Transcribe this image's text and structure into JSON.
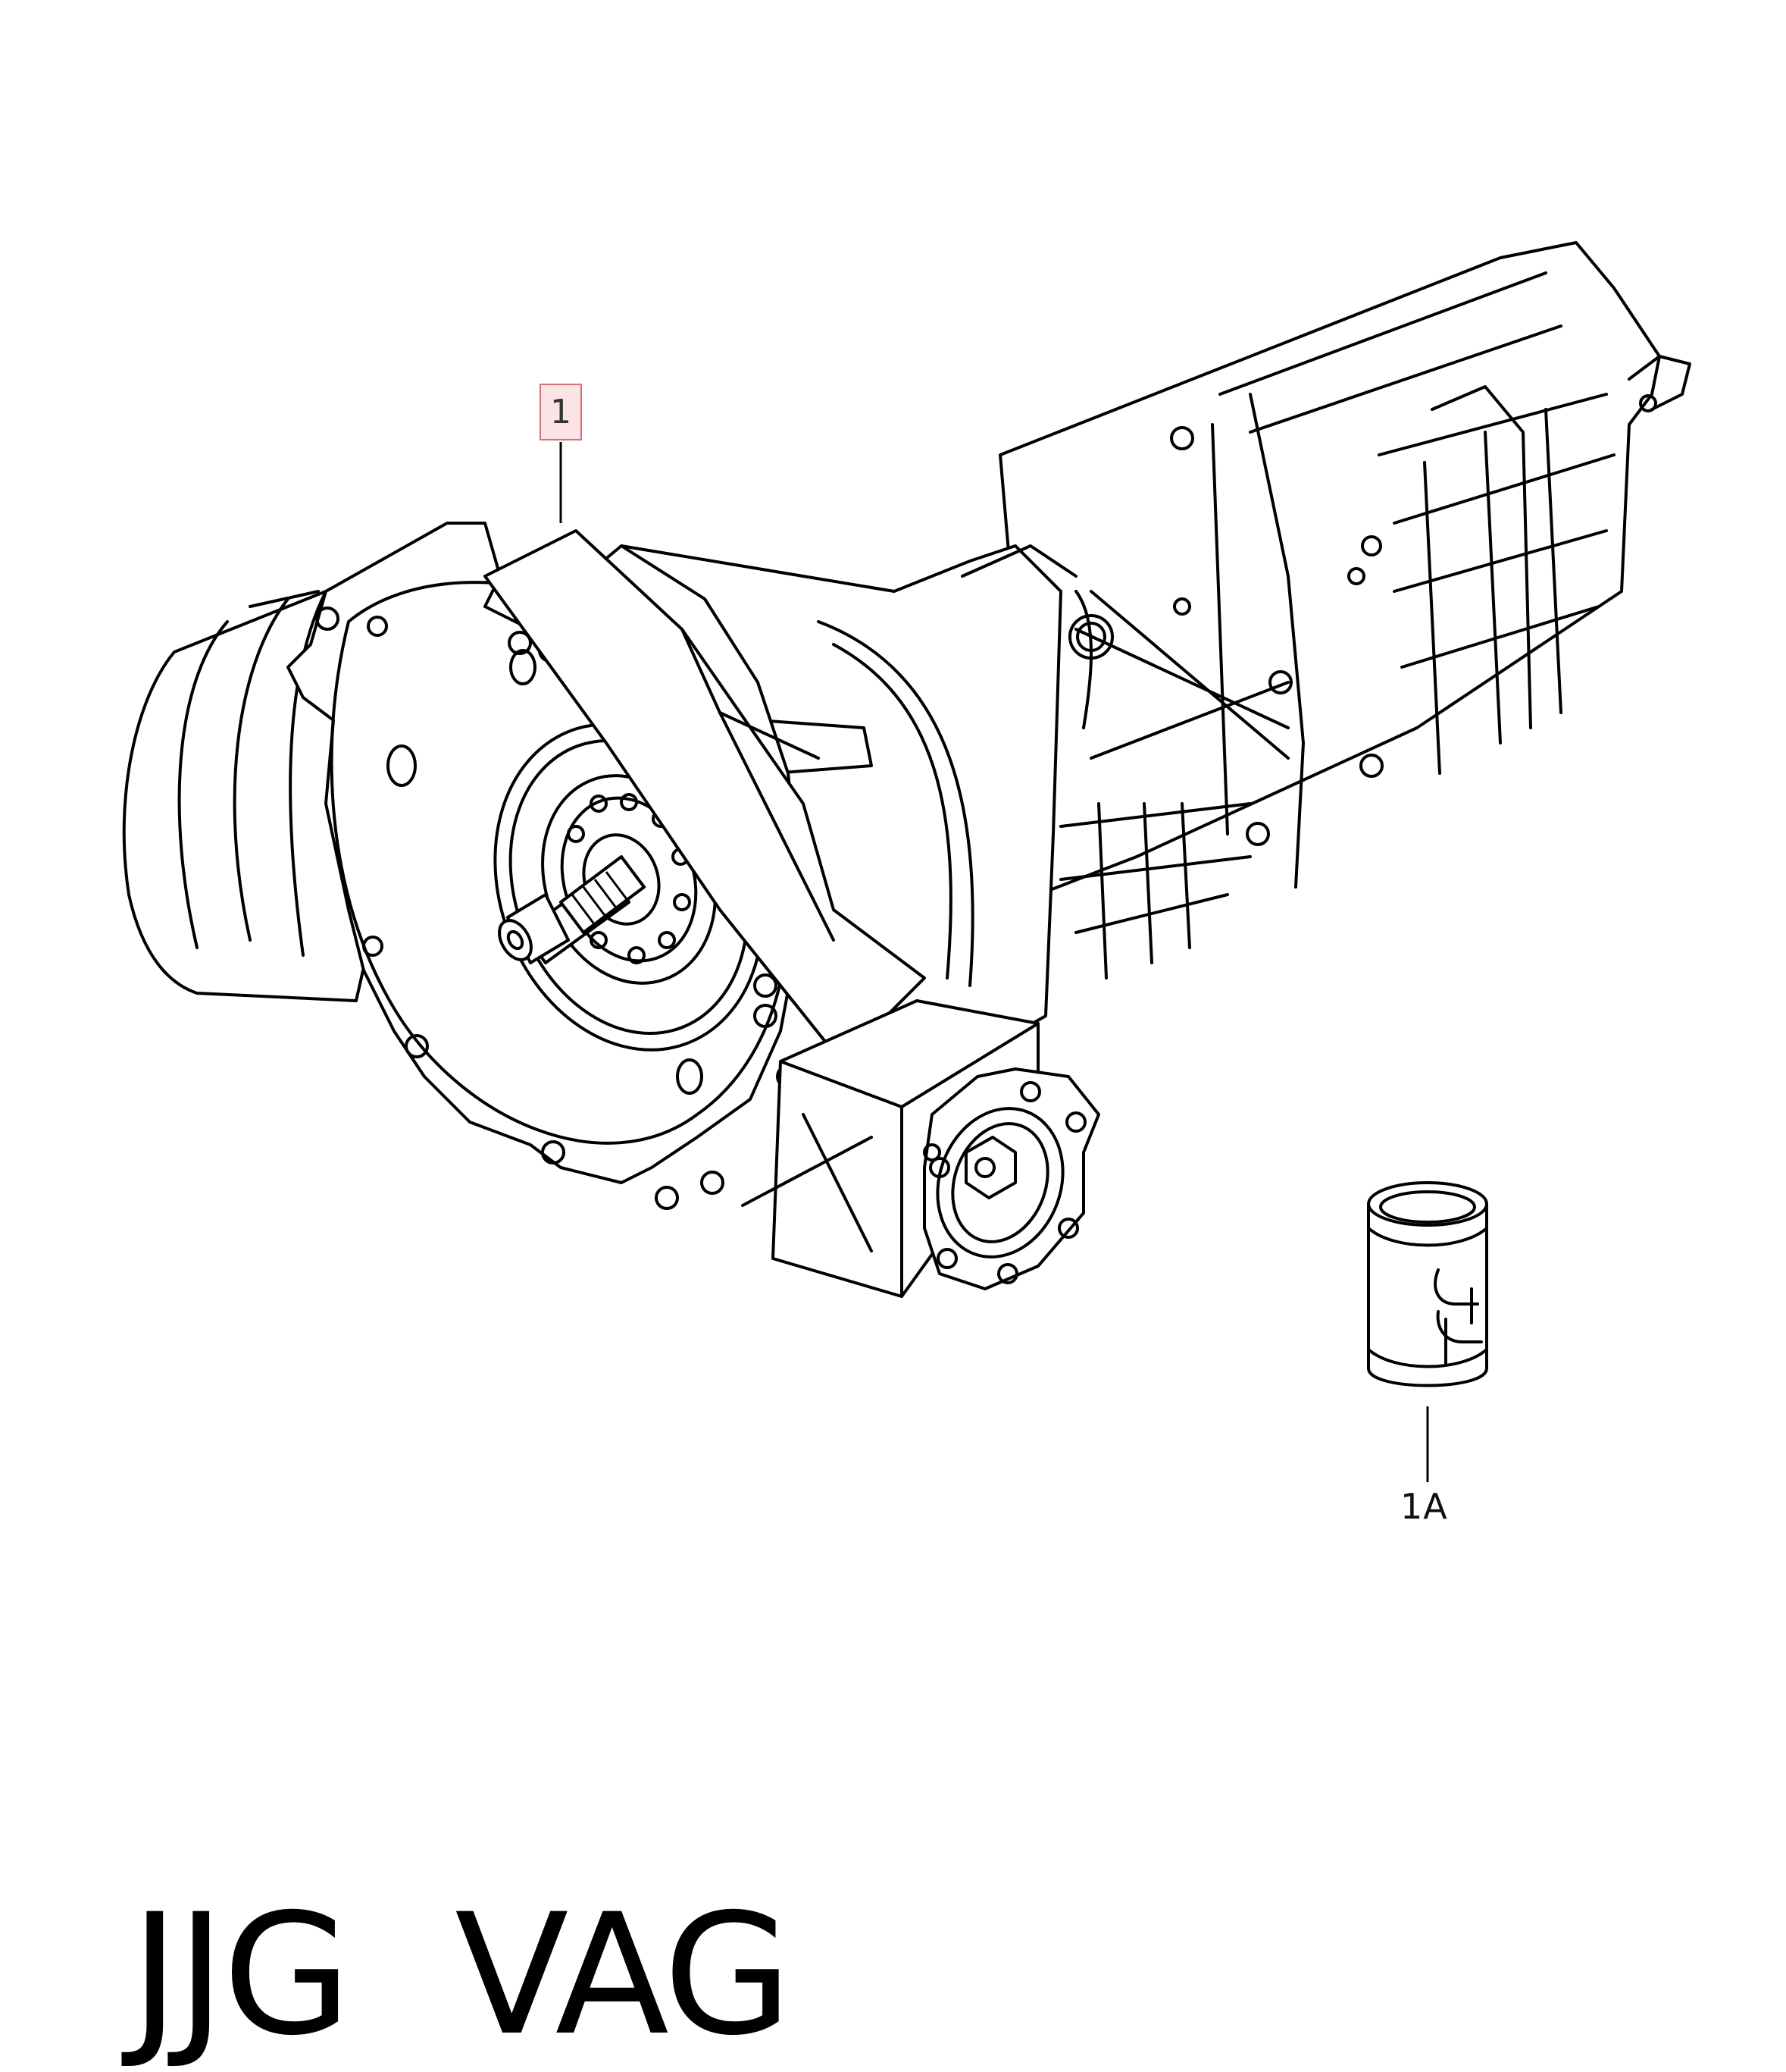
{
  "callouts": {
    "main_part": "1",
    "oil_can": "1A"
  },
  "footer": {
    "code": "JJG",
    "brand": "VAG"
  },
  "colors": {
    "callout_highlight_fill": "#fbe3e6",
    "callout_highlight_border": "#d4707a",
    "line": "#000000",
    "background": "#ffffff"
  }
}
